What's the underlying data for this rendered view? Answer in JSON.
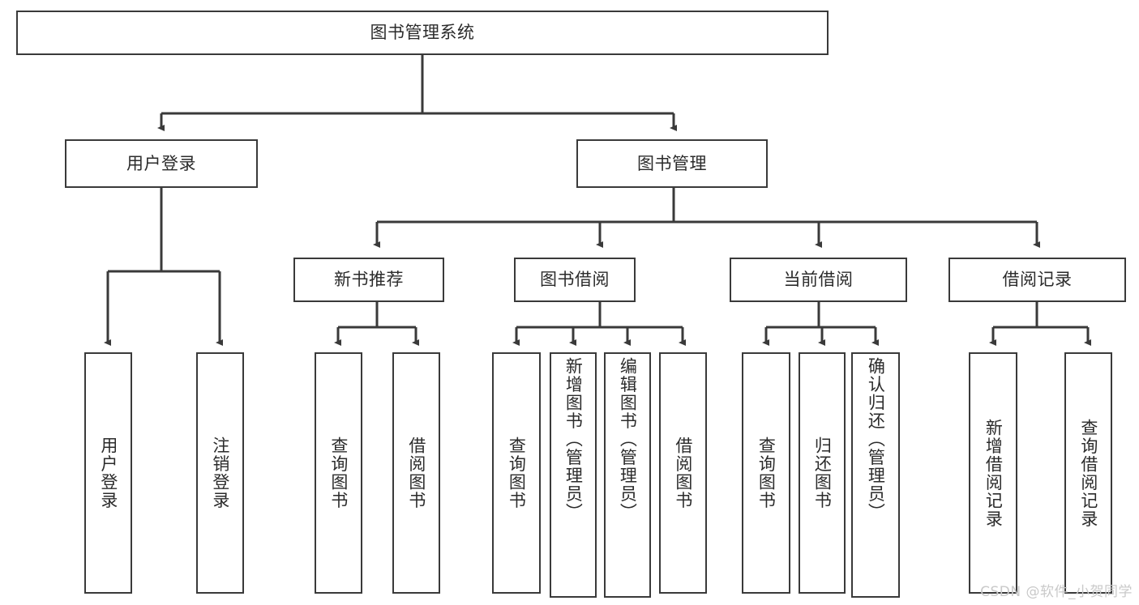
{
  "diagram": {
    "title": "图书管理系统",
    "type": "tree",
    "watermark": "CSDN @软件_小贺同学",
    "line_color": "#3a3a3a",
    "box_fill": "#ffffff",
    "text_color": "#2b2b2b",
    "watermark_color": "#c9c9c9"
  },
  "nodes": {
    "root": {
      "label": "图书管理系统",
      "orientation": "horizontal"
    },
    "level1": [
      {
        "id": "user-login",
        "label": "用户登录",
        "orientation": "horizontal"
      },
      {
        "id": "book-manage",
        "label": "图书管理",
        "orientation": "horizontal"
      }
    ],
    "level2": [
      {
        "id": "new-book-rec",
        "label": "新书推荐",
        "orientation": "horizontal"
      },
      {
        "id": "book-borrow",
        "label": "图书借阅",
        "orientation": "horizontal"
      },
      {
        "id": "current-borrow",
        "label": "当前借阅",
        "orientation": "horizontal"
      },
      {
        "id": "borrow-record",
        "label": "借阅记录",
        "orientation": "horizontal"
      }
    ],
    "leaves": [
      {
        "id": "leaf-user-login",
        "label": "用户登录",
        "parent": "user-login",
        "orientation": "vertical"
      },
      {
        "id": "leaf-logout",
        "label": "注销登录",
        "parent": "user-login",
        "orientation": "vertical"
      },
      {
        "id": "leaf-query-book-1",
        "label": "查询图书",
        "parent": "new-book-rec",
        "orientation": "vertical"
      },
      {
        "id": "leaf-borrow-book-1",
        "label": "借阅图书",
        "parent": "new-book-rec",
        "orientation": "vertical"
      },
      {
        "id": "leaf-query-book-2",
        "label": "查询图书",
        "parent": "book-borrow",
        "orientation": "vertical"
      },
      {
        "id": "leaf-add-book",
        "label": "新增图书（管理员）",
        "parent": "book-borrow",
        "orientation": "vertical"
      },
      {
        "id": "leaf-edit-book",
        "label": "编辑图书（管理员）",
        "parent": "book-borrow",
        "orientation": "vertical"
      },
      {
        "id": "leaf-borrow-book-2",
        "label": "借阅图书",
        "parent": "book-borrow",
        "orientation": "vertical"
      },
      {
        "id": "leaf-query-book-3",
        "label": "查询图书",
        "parent": "current-borrow",
        "orientation": "vertical"
      },
      {
        "id": "leaf-return-book",
        "label": "归还图书",
        "parent": "current-borrow",
        "orientation": "vertical"
      },
      {
        "id": "leaf-confirm-return",
        "label": "确认归还（管理员）",
        "parent": "current-borrow",
        "orientation": "vertical"
      },
      {
        "id": "leaf-add-record",
        "label": "新增借阅记录",
        "parent": "borrow-record",
        "orientation": "vertical"
      },
      {
        "id": "leaf-query-record",
        "label": "查询借阅记录",
        "parent": "borrow-record",
        "orientation": "vertical"
      }
    ]
  }
}
